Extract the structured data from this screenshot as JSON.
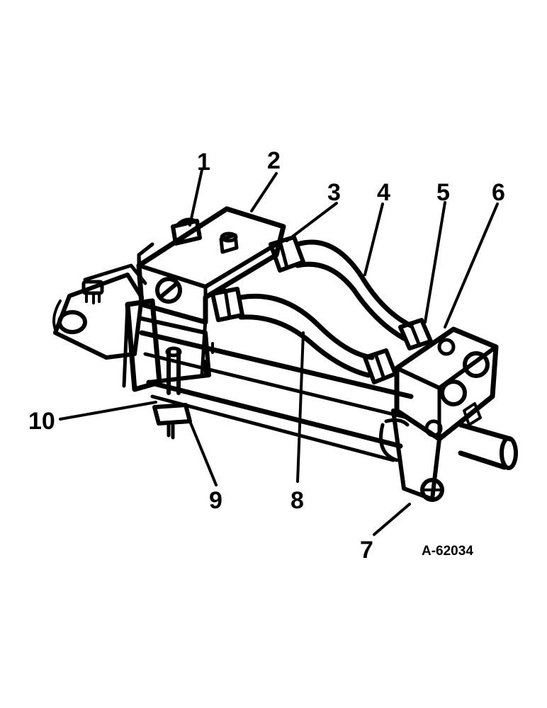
{
  "figure": {
    "reference_code": "A-62034",
    "callouts": [
      {
        "id": "c1",
        "label": "1"
      },
      {
        "id": "c2",
        "label": "2"
      },
      {
        "id": "c3",
        "label": "3"
      },
      {
        "id": "c4",
        "label": "4"
      },
      {
        "id": "c5",
        "label": "5"
      },
      {
        "id": "c6",
        "label": "6"
      },
      {
        "id": "c7",
        "label": "7"
      },
      {
        "id": "c8",
        "label": "8"
      },
      {
        "id": "c9",
        "label": "9"
      },
      {
        "id": "c10",
        "label": "10"
      }
    ]
  },
  "colors": {
    "ink": "#000000",
    "paper": "#ffffff"
  }
}
